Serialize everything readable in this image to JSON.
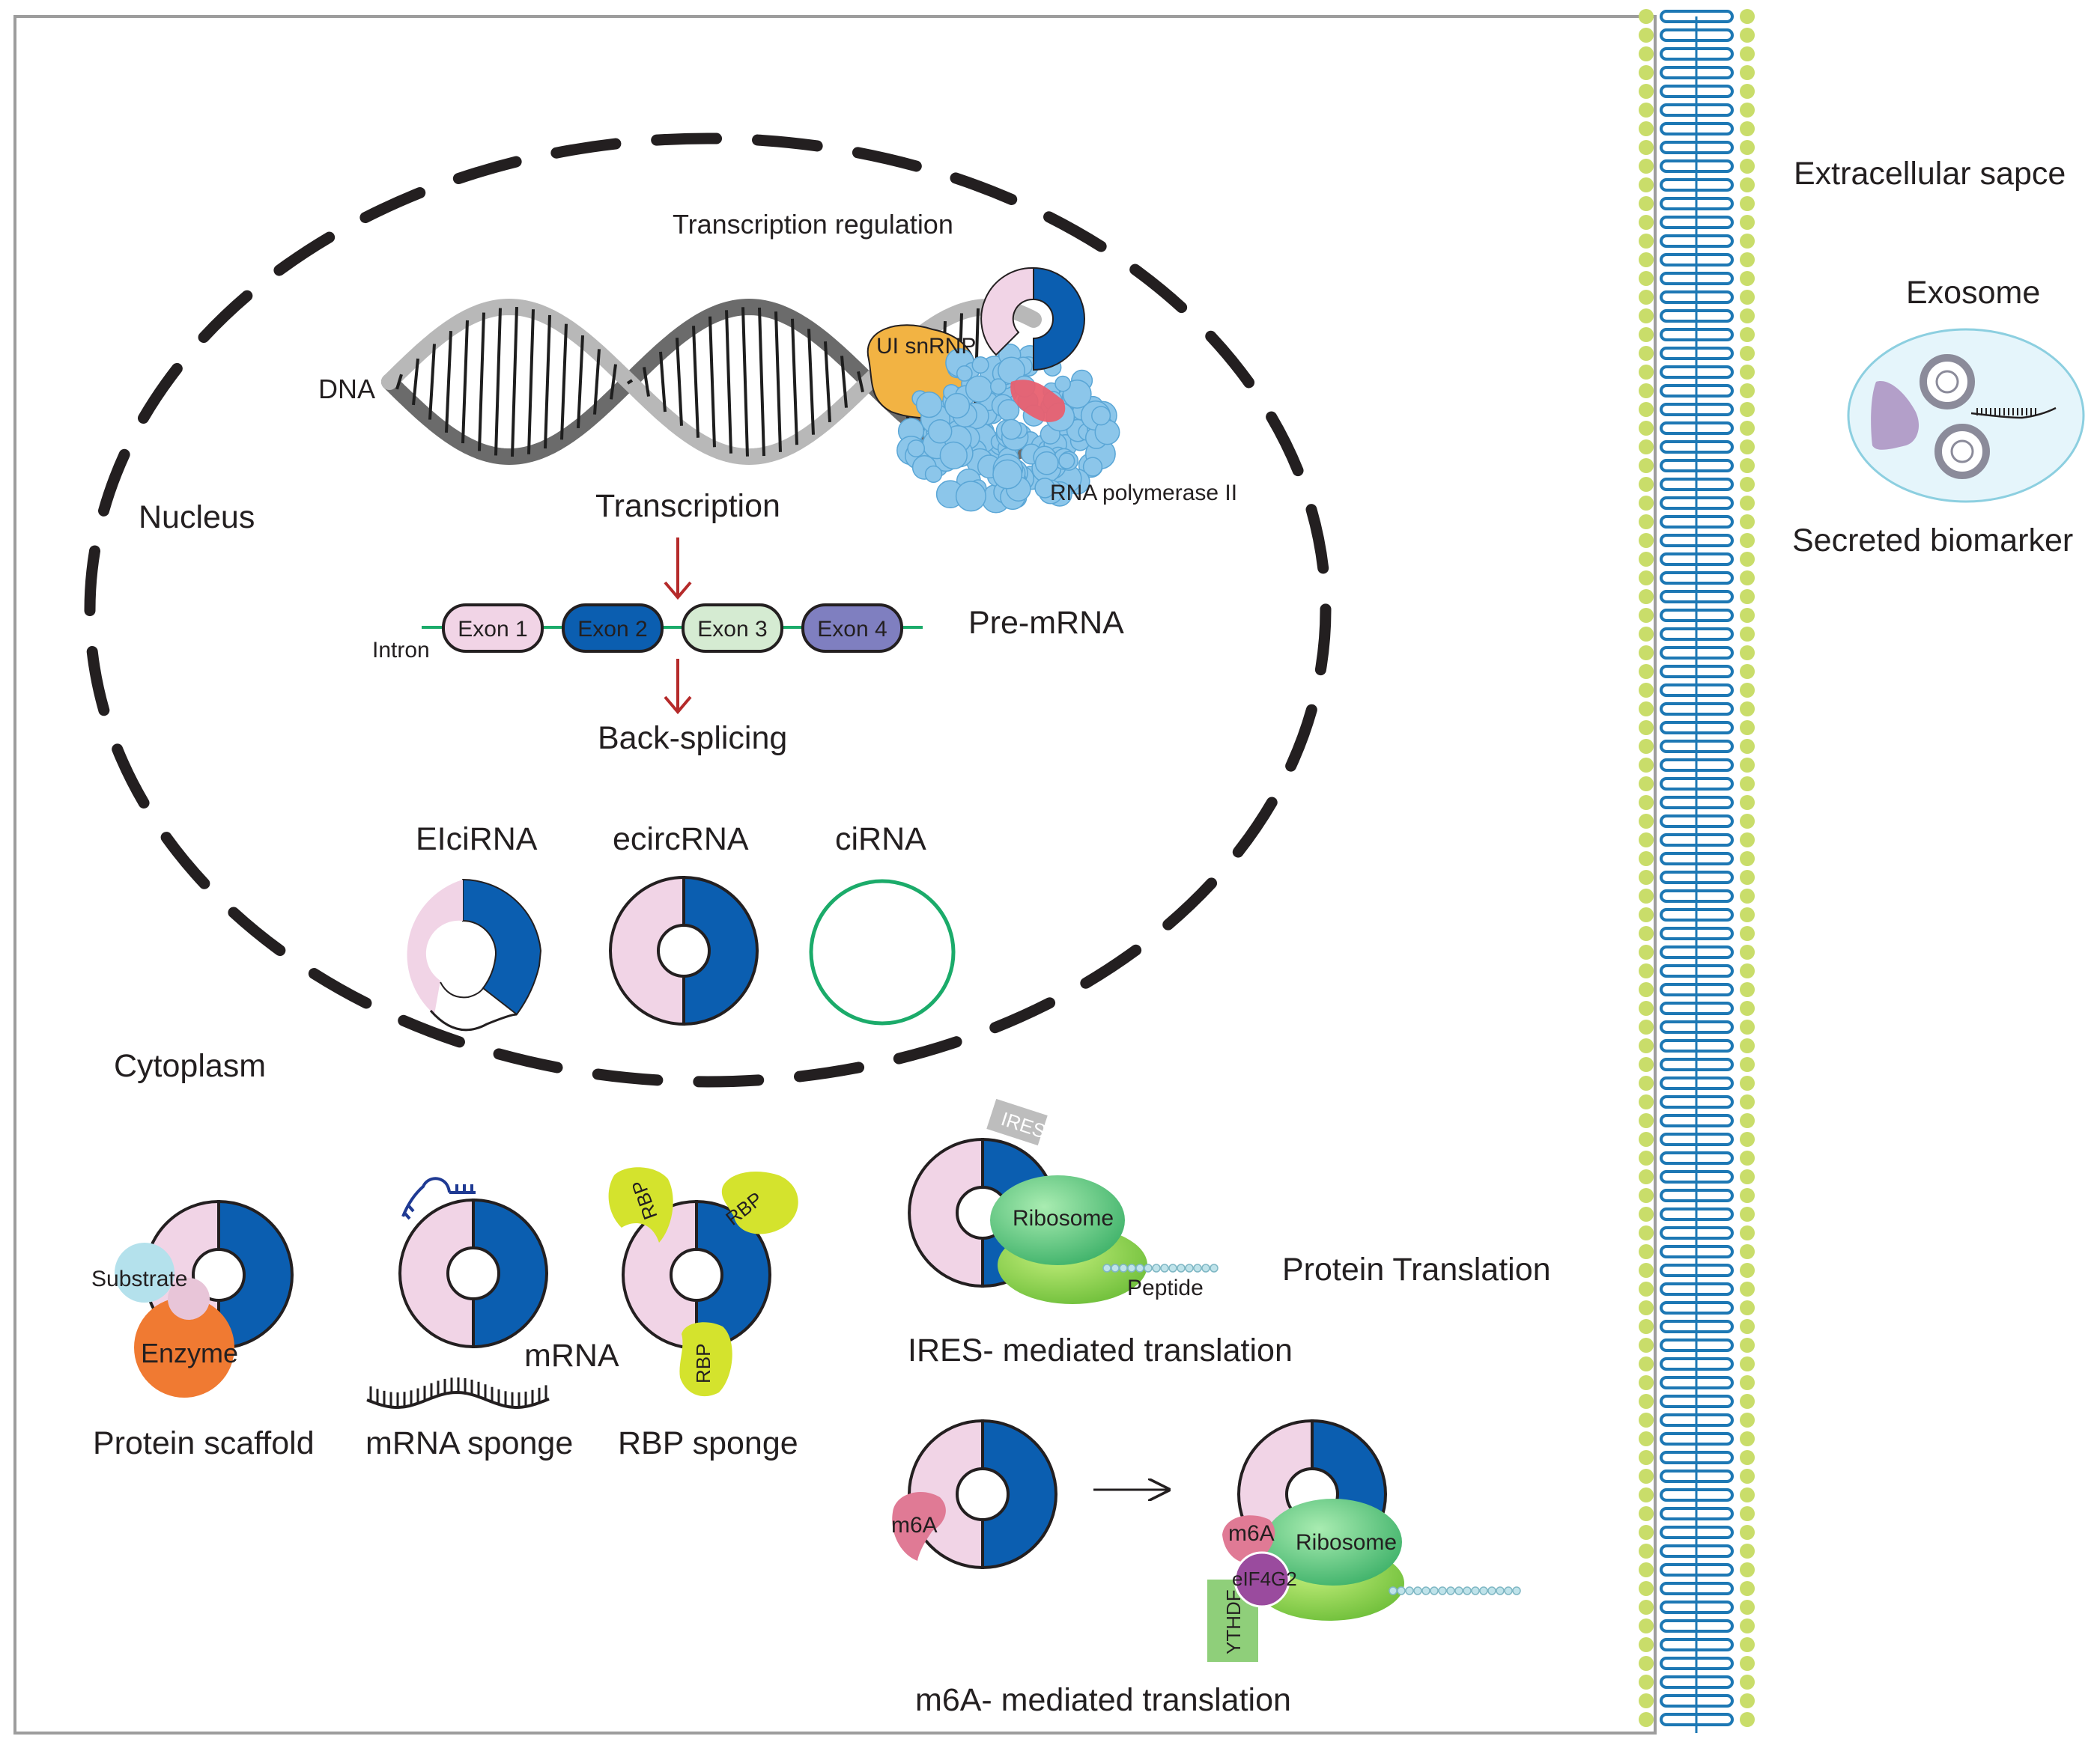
{
  "labels": {
    "transcription_regulation": "Transcription regulation",
    "dna": "DNA",
    "ui_snrnp": "UI snRNP",
    "rna_pol": "RNA polymerase II",
    "nucleus": "Nucleus",
    "transcription": "Transcription",
    "intron": "Intron",
    "exon1": "Exon 1",
    "exon2": "Exon 2",
    "exon3": "Exon 3",
    "exon4": "Exon 4",
    "pre_mrna": "Pre-mRNA",
    "back_splicing": "Back-splicing",
    "eicirna": "EIciRNA",
    "ecircrna": "ecircRNA",
    "cirna": "ciRNA",
    "cytoplasm": "Cytoplasm",
    "substrate": "Substrate",
    "enzyme": "Enzyme",
    "protein_scaffold": "Protein scaffold",
    "mrna": "mRNA",
    "mrna_sponge": "mRNA sponge",
    "rbp": "RBP",
    "rbp_sponge": "RBP sponge",
    "ires": "IRES",
    "ribosome": "Ribosome",
    "peptide": "Peptide",
    "ires_translation": "IRES- mediated translation",
    "protein_translation": "Protein Translation",
    "m6a": "m6A",
    "eif4g2": "eIF4G2",
    "ythdf": "YTHDF",
    "m6a_translation": "m6A- mediated translation",
    "extracellular": "Extracellular sapce",
    "exosome": "Exosome",
    "secreted_biomarker": "Secreted biomarker"
  },
  "colors": {
    "pink": "#f1d4e6",
    "blue": "#0b5eb0",
    "light_green": "#d5ebd2",
    "purple": "#7f7fc0",
    "orange_scaffold": "#f08a3c",
    "cyan_substrate": "#b4e1ec",
    "rbp_yellow": "#d4e32d",
    "ribosome_green": "#7dd36a",
    "membrane_yellow": "#c9dd6a",
    "membrane_blue": "#1d78b4",
    "arrow_red": "#b52a2a",
    "m6a_pink": "#e07a95",
    "eif_purple": "#9a4b9e",
    "snrnp_orange": "#f2b343",
    "polymerase_blue": "#8cc6ea",
    "ythdf_green": "#8fcf7a"
  }
}
